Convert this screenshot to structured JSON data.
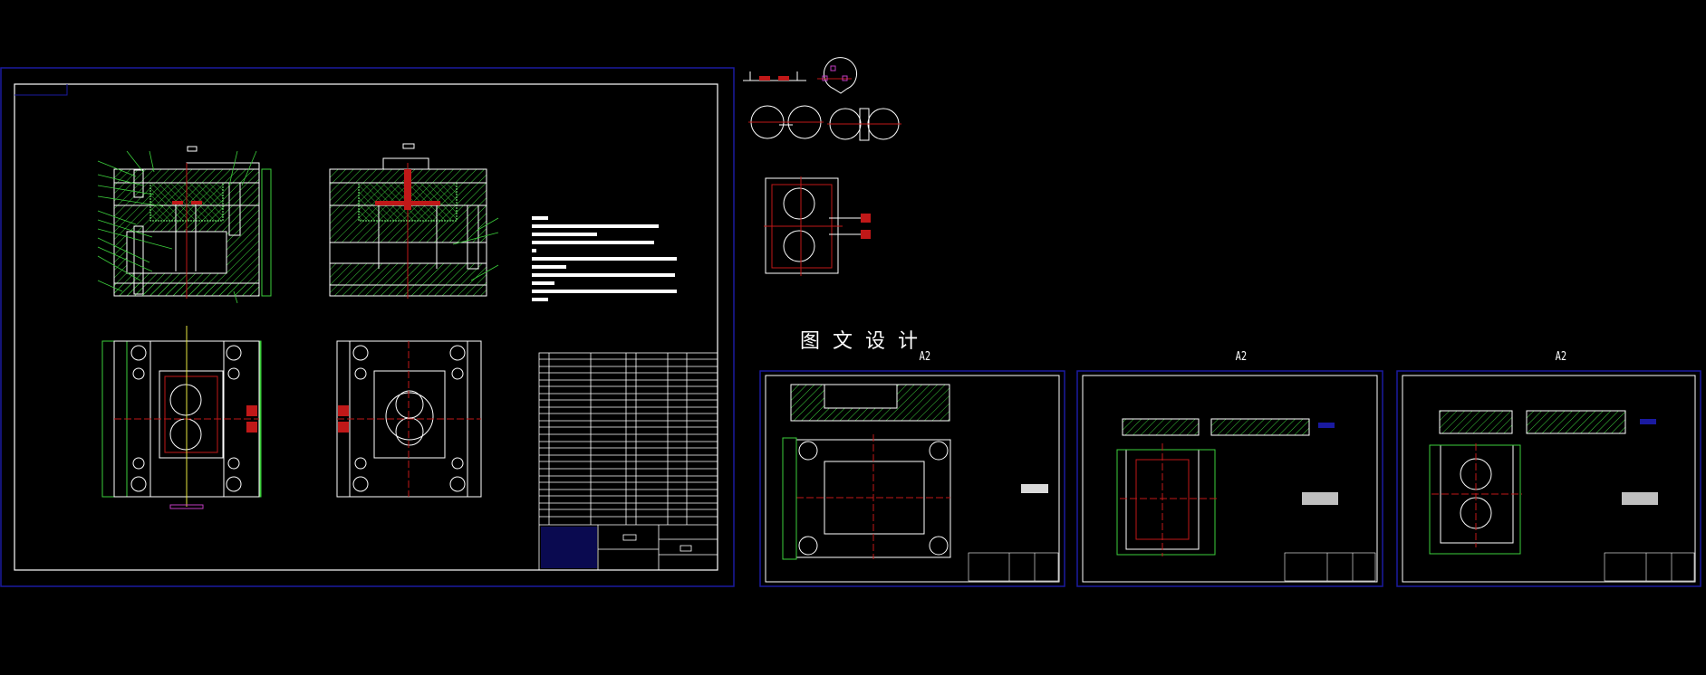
{
  "application": "CAD drawing viewer (model space)",
  "colors": {
    "background": "#000000",
    "sheet_frame": "#1a1aa0",
    "inner_border": "#ffffff",
    "hatch": "#3ccf3c",
    "centerline": "#c01818",
    "dimension": "#3ccf3c",
    "highlight": "#c03cc0",
    "gate": "#e8e840"
  },
  "drawings": {
    "title_text": "图文设计",
    "main_sheet": {
      "name": "mold-assembly-drawing",
      "views": [
        "front-section-left",
        "front-section-right",
        "plan-moving-half",
        "plan-fixed-half"
      ],
      "tech_notes_line_count": 10,
      "bom_rows": 24,
      "title_block": true
    },
    "part_sheets": [
      {
        "size_label": "A2",
        "name": "part-drawing-1",
        "description": "mold plate with guide bushings"
      },
      {
        "size_label": "A2",
        "name": "part-drawing-2",
        "description": "cavity insert"
      },
      {
        "size_label": "A2",
        "name": "part-drawing-3",
        "description": "core insert"
      }
    ],
    "detail_sketches": [
      "gate-profile",
      "part-top-view",
      "runner-layout-1",
      "runner-layout-2",
      "cavity-layout"
    ]
  }
}
